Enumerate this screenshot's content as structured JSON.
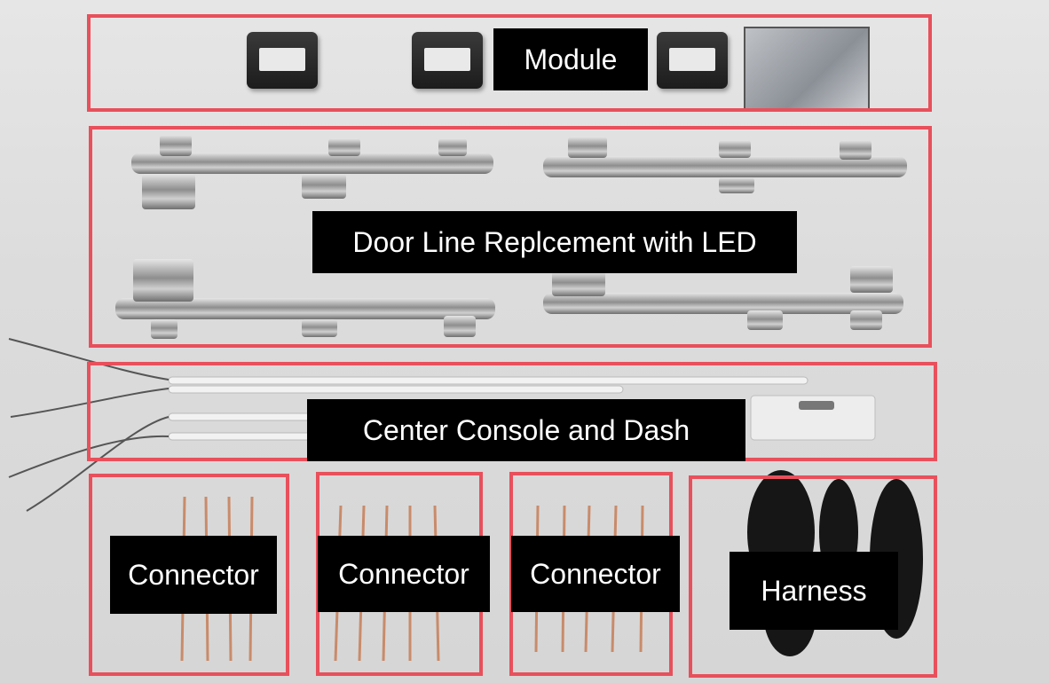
{
  "labels": {
    "module": "Module",
    "door_line": "Door Line Replcement with LED",
    "center_console": "Center Console and Dash",
    "connector_1": "Connector",
    "connector_2": "Connector",
    "connector_3": "Connector",
    "harness": "Harness"
  },
  "colors": {
    "frame": "#e8505b",
    "label_bg": "#000000",
    "label_text": "#ffffff",
    "background": "#dcdcdc"
  }
}
